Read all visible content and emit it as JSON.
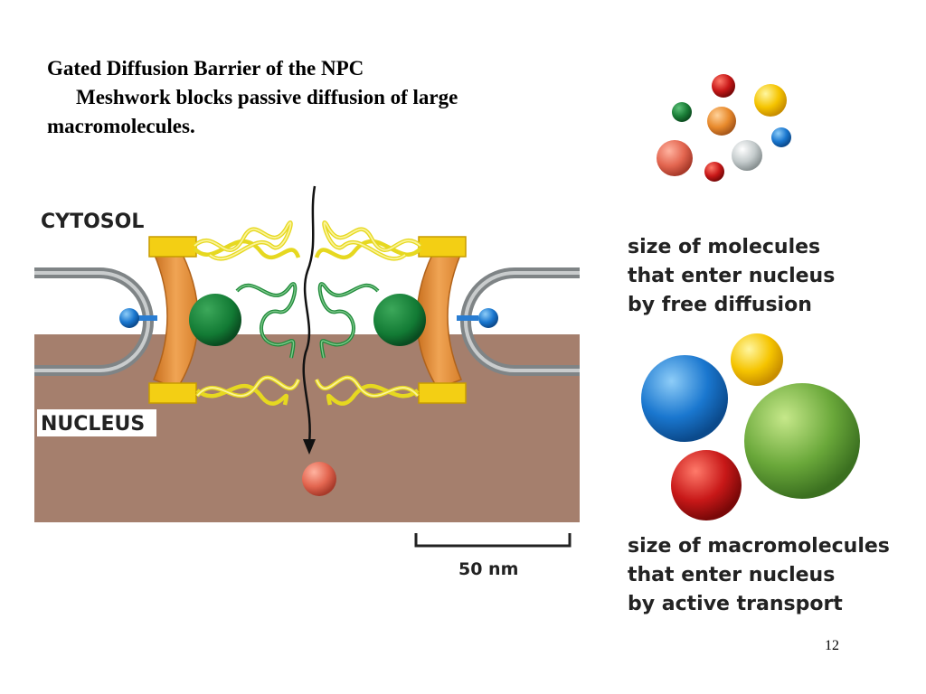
{
  "slide": {
    "title": "Gated Diffusion Barrier of the NPC",
    "body_line1": "Meshwork blocks passive diffusion of large",
    "body_line2": "macromolecules.",
    "page_number": "12"
  },
  "diagram": {
    "label_cytosol": "CYTOSOL",
    "label_nucleus": "NUCLEUS",
    "scale_bar_label": "50 nm",
    "small_caption": [
      "size of molecules",
      "that enter nucleus",
      "by free diffusion"
    ],
    "large_caption": [
      "size of macromolecules",
      "that enter nucleus",
      "by active transport"
    ]
  },
  "colors": {
    "cytosol_bg": "#ffffff",
    "nucleus_bg": "#a57f6d",
    "membrane_gray": "#8c8c8c",
    "fg_yellow": "#f2e640",
    "fg_green": "#1f8a3a",
    "npc_orange": "#e8933e",
    "npc_green": "#127a34",
    "anchor_blue": "#2a7dd2",
    "block_yellow": "#f3cf14"
  }
}
